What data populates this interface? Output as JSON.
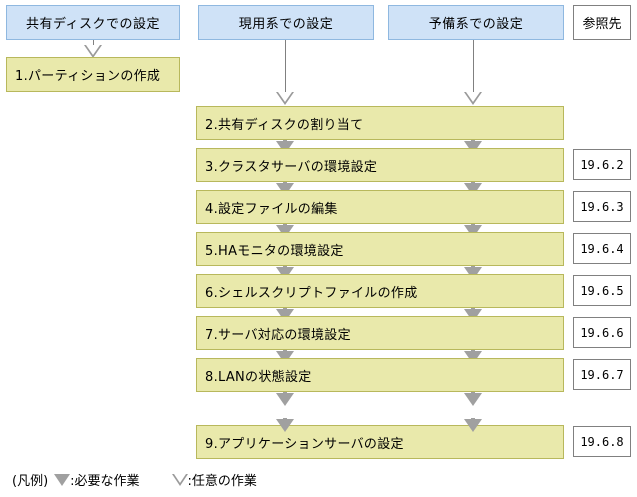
{
  "headers": [
    {
      "id": "shared",
      "label": "共有ディスクでの設定"
    },
    {
      "id": "active",
      "label": "現用系での設定"
    },
    {
      "id": "standby",
      "label": "予備系での設定"
    },
    {
      "id": "reference",
      "label": "参照先"
    }
  ],
  "shared_task": {
    "label": "1.パーティションの作成"
  },
  "tasks": [
    {
      "num": "2",
      "label": "2.共有ディスクの割り当て",
      "reference": ""
    },
    {
      "num": "3",
      "label": "3.クラスタサーバの環境設定",
      "reference": "19.6.2"
    },
    {
      "num": "4",
      "label": "4.設定ファイルの編集",
      "reference": "19.6.3"
    },
    {
      "num": "5",
      "label": "5.HAモニタの環境設定",
      "reference": "19.6.4"
    },
    {
      "num": "6",
      "label": "6.シェルスクリプトファイルの作成",
      "reference": "19.6.5"
    },
    {
      "num": "7",
      "label": "7.サーバ対応の環境設定",
      "reference": "19.6.6"
    },
    {
      "num": "8",
      "label": "8.LANの状態設定",
      "reference": "19.6.7"
    },
    {
      "num": "9",
      "label": "9.アプリケーションサーバの設定",
      "reference": "19.6.8"
    }
  ],
  "legend": {
    "title": "(凡例)",
    "required_label": ":必要な作業",
    "optional_label": ":任意の作業",
    "required_icon": "filled-down-triangle-icon",
    "optional_icon": "hollow-down-triangle-icon"
  },
  "colors": {
    "header_fill": "#cfe2f7",
    "header_border": "#8fb8e0",
    "task_fill": "#e9e9ab",
    "task_border": "#b8b85c",
    "reference_border": "#808080",
    "connector": "#808080",
    "arrow_fill": "#a0a0a0",
    "background": "#ffffff"
  }
}
